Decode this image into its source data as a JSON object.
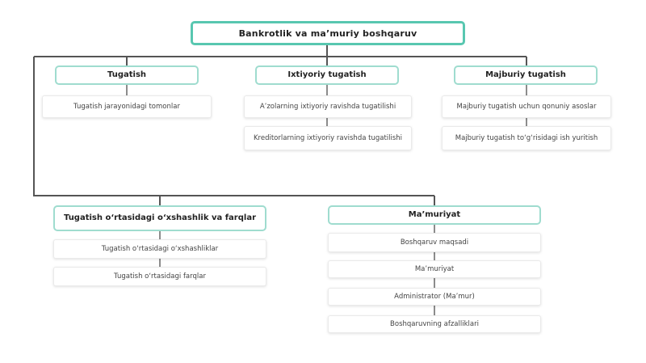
{
  "diagram": {
    "root": "Bankrotlik va ma’muriy boshqaruv",
    "groups": [
      {
        "title": "Tugatish",
        "items": [
          "Tugatish jarayonidagi tomonlar"
        ]
      },
      {
        "title": "Ixtiyoriy tugatish",
        "items": [
          "A’zolarning ixtiyoriy ravishda tugatilishi",
          "Kreditorlarning ixtiyoriy ravishda tugatilishi"
        ]
      },
      {
        "title": "Majburiy tugatish",
        "items": [
          "Majburiy tugatish uchun qonuniy asoslar",
          "Majburiy tugatish to‘g‘risidagi ish yuritish"
        ]
      },
      {
        "title": "Tugatish o‘rtasidagi o‘xshashlik va farqlar",
        "items": [
          "Tugatish o‘rtasidagi o‘xshashliklar",
          "Tugatish o‘rtasidagi farqlar"
        ]
      },
      {
        "title": "Ma’muriyat",
        "items": [
          "Boshqaruv maqsadi",
          "Ma’muriyat",
          "Administrator (Ma’mur)",
          "Boshqaruvning afzalliklari"
        ]
      }
    ],
    "colors": {
      "root_border": "#58c7b0",
      "group_border": "#9fdccf",
      "connector": "#555555"
    }
  }
}
